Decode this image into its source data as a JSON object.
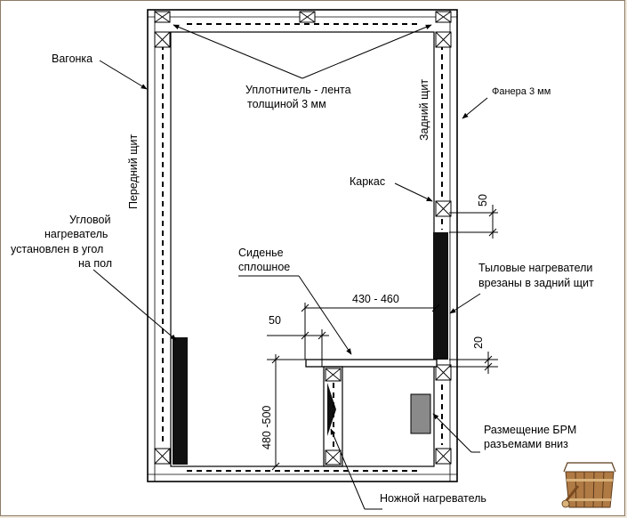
{
  "labels": {
    "vagonka": "Вагонка",
    "seal_line1": "Уплотнитель - лента",
    "seal_line2": "толщиной 3 мм",
    "plywood": "Фанера 3 мм",
    "back_panel": "Задний щит",
    "front_panel": "Передний щит",
    "frame": "Каркас",
    "corner_heater_line1": "Угловой",
    "corner_heater_line2": "нагреватель",
    "corner_heater_line3": "установлен в угол",
    "corner_heater_line4": "на пол",
    "seat_line1": "Сиденье",
    "seat_line2": "сплошное",
    "rear_heaters_line1": "Тыловые нагреватели",
    "rear_heaters_line2": "врезаны в задний щит",
    "brm_line1": "Размещение БРМ",
    "brm_line2": "разъемами вниз",
    "foot_heater": "Ножной нагреватель"
  },
  "dimensions": {
    "dim_50_top": "50",
    "dim_430_460": "430 - 460",
    "dim_50_seat": "50",
    "dim_20": "20",
    "dim_480_500": "480 -500"
  },
  "colors": {
    "line": "#000000",
    "heater": "#111111",
    "brm_box": "#8a8a8a",
    "wall_fill": "#ffffff"
  }
}
